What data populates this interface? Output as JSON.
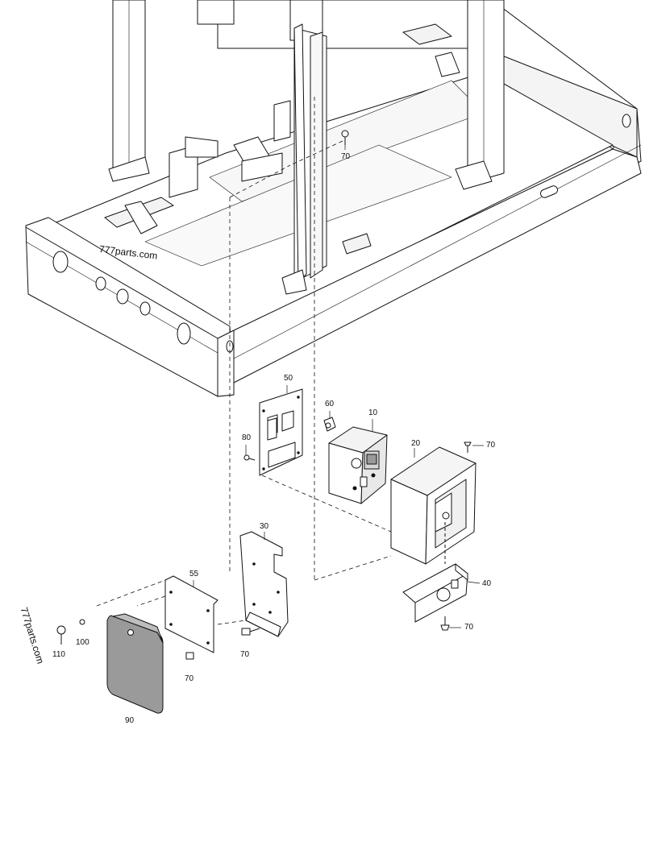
{
  "diagram": {
    "callouts": {
      "c10": "10",
      "c20": "20",
      "c30": "30",
      "c40": "40",
      "c50": "50",
      "c55": "55",
      "c60": "60",
      "c70_frame": "70",
      "c70_box": "70",
      "c70_bracket": "70",
      "c70_plate30": "70",
      "c70_plate55": "70",
      "c80": "80",
      "c90": "90",
      "c100": "100",
      "c110": "110"
    },
    "watermarks": {
      "top": "777parts.com",
      "left": "777parts.com"
    }
  }
}
